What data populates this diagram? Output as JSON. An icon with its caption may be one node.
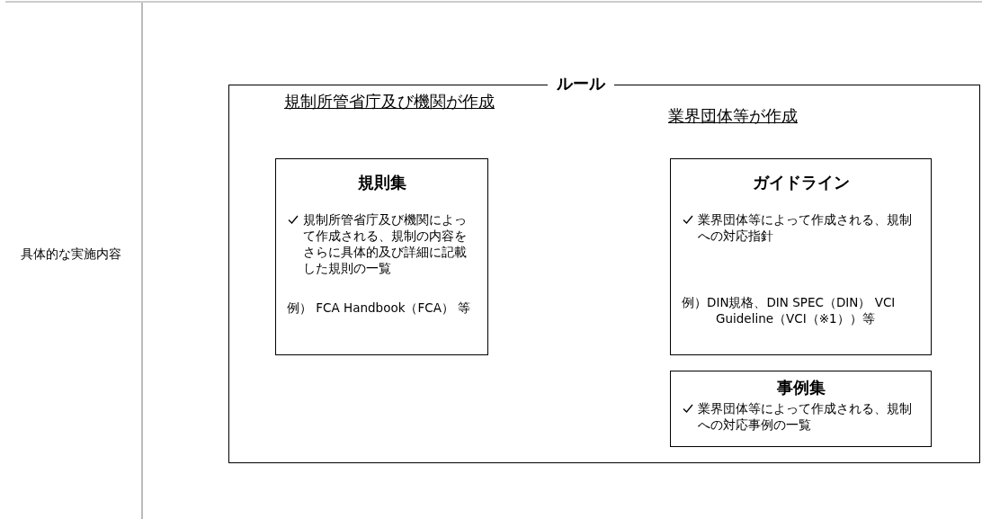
{
  "diagram": {
    "nodes": [
      {
        "text": [
          "ルール"
        ]
      },
      {
        "text": [
          "規則集",
          "規制所管省庁及び機関によって作成される、規制の内容をさらに具体的及び詳細に記載した規則の一覧",
          "例） FCA Handbook（FCA） 等"
        ],
        "in": 0
      },
      {
        "text": [
          "ガイドライン",
          "業界団体等によって作成される、規制への対応指針",
          "例）DIN規格、DIN SPEC（DIN） VCI Guideline（VCI（※1））等"
        ],
        "in": 0
      },
      {
        "text": [
          "事例集",
          "業界団体等によって作成される、規制への対応事例の一覧"
        ],
        "in": 0
      }
    ],
    "labels": [
      "具体的な実施内容",
      "規制所管省庁及び機関が作成",
      "業界団体等が作成"
    ]
  }
}
